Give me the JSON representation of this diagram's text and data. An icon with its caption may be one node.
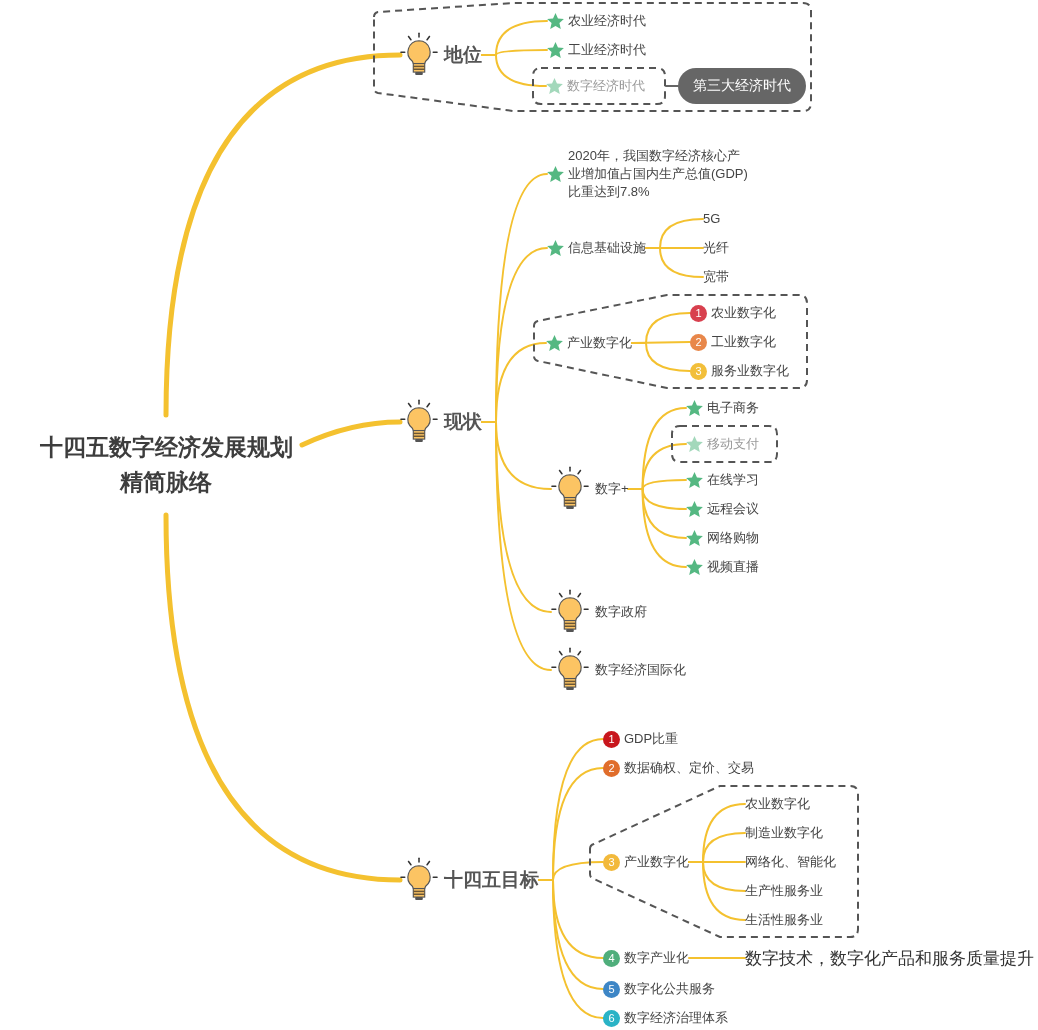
{
  "diagram": {
    "nodes": [
      {
        "text": [
          "十四五数字经济发展规划精简脉络"
        ]
      },
      {
        "text": [],
        "shape": "box"
      },
      {
        "text": [
          "地位"
        ],
        "in": 1
      },
      {
        "text": [
          "农业经济时代"
        ],
        "in": 1
      },
      {
        "text": [
          "工业经济时代"
        ],
        "in": 1
      },
      {
        "text": [],
        "shape": "box",
        "in": 1
      },
      {
        "text": [
          "数字经济时代"
        ],
        "in": 5
      },
      {
        "text": [
          "第三大经济时代"
        ],
        "in": 1
      },
      {
        "text": [
          "现状"
        ]
      },
      {
        "text": [
          "2020年，我国数字经济核心产业增加值占国内生产总值(GDP)比重达到7.8%"
        ]
      },
      {
        "text": [
          "信息基础设施"
        ]
      },
      {
        "text": [
          "5G"
        ]
      },
      {
        "text": [
          "光纤"
        ]
      },
      {
        "text": [
          "宽带"
        ]
      },
      {
        "text": [],
        "shape": "box"
      },
      {
        "text": [
          "产业数字化"
        ],
        "in": 14
      },
      {
        "text": [
          "1",
          "农业数字化"
        ],
        "in": 14
      },
      {
        "text": [
          "2",
          "工业数字化"
        ],
        "in": 14
      },
      {
        "text": [
          "3",
          "服务业数字化"
        ],
        "in": 14
      },
      {
        "text": [
          "数字+"
        ]
      },
      {
        "text": [
          "电子商务"
        ]
      },
      {
        "text": [],
        "shape": "box"
      },
      {
        "text": [
          "移动支付"
        ],
        "in": 21
      },
      {
        "text": [
          "在线学习"
        ]
      },
      {
        "text": [
          "远程会议"
        ]
      },
      {
        "text": [
          "网络购物"
        ]
      },
      {
        "text": [
          "视频直播"
        ]
      },
      {
        "text": [
          "数字政府"
        ]
      },
      {
        "text": [
          "数字经济国际化"
        ]
      },
      {
        "text": [
          "十四五目标"
        ]
      },
      {
        "text": [
          "1",
          "GDP比重"
        ]
      },
      {
        "text": [
          "2",
          "数据确权、定价、交易"
        ]
      },
      {
        "text": [],
        "shape": "box"
      },
      {
        "text": [
          "3",
          "产业数字化"
        ],
        "in": 32
      },
      {
        "text": [
          "农业数字化"
        ],
        "in": 32
      },
      {
        "text": [
          "制造业数字化"
        ],
        "in": 32
      },
      {
        "text": [
          "网络化、智能化"
        ],
        "in": 32
      },
      {
        "text": [
          "生产性服务业"
        ],
        "in": 32
      },
      {
        "text": [
          "生活性服务业"
        ],
        "in": 32
      },
      {
        "text": [
          "4",
          "数字产业化"
        ]
      },
      {
        "text": [
          "数字技术，数字化产品和服务质量提升"
        ]
      },
      {
        "text": [
          "5",
          "数字化公共服务"
        ]
      },
      {
        "text": [
          "6",
          "数字经济治理体系"
        ]
      }
    ],
    "edges": [
      {
        "from": 0,
        "to": 2,
        "arrow": "none",
        "style": "thick"
      },
      {
        "from": 0,
        "to": 8,
        "arrow": "none",
        "style": "thick"
      },
      {
        "from": 0,
        "to": 29,
        "arrow": "none",
        "style": "thick"
      },
      {
        "from": 2,
        "to": 3,
        "arrow": "none"
      },
      {
        "from": 2,
        "to": 4,
        "arrow": "none"
      },
      {
        "from": 2,
        "to": 6,
        "arrow": "none"
      },
      {
        "from": 5,
        "to": 7,
        "arrow": "none",
        "color": "#666666"
      },
      {
        "from": 8,
        "to": 9,
        "arrow": "none"
      },
      {
        "from": 8,
        "to": 10,
        "arrow": "none"
      },
      {
        "from": 8,
        "to": 15,
        "arrow": "none"
      },
      {
        "from": 8,
        "to": 19,
        "arrow": "none"
      },
      {
        "from": 8,
        "to": 27,
        "arrow": "none"
      },
      {
        "from": 8,
        "to": 28,
        "arrow": "none"
      },
      {
        "from": 10,
        "to": 11,
        "arrow": "none"
      },
      {
        "from": 10,
        "to": 12,
        "arrow": "none"
      },
      {
        "from": 10,
        "to": 13,
        "arrow": "none"
      },
      {
        "from": 15,
        "to": 16,
        "arrow": "none"
      },
      {
        "from": 15,
        "to": 17,
        "arrow": "none"
      },
      {
        "from": 15,
        "to": 18,
        "arrow": "none"
      },
      {
        "from": 19,
        "to": 20,
        "arrow": "none"
      },
      {
        "from": 19,
        "to": 22,
        "arrow": "none"
      },
      {
        "from": 19,
        "to": 23,
        "arrow": "none"
      },
      {
        "from": 19,
        "to": 24,
        "arrow": "none"
      },
      {
        "from": 19,
        "to": 25,
        "arrow": "none"
      },
      {
        "from": 19,
        "to": 26,
        "arrow": "none"
      },
      {
        "from": 29,
        "to": 30,
        "arrow": "none"
      },
      {
        "from": 29,
        "to": 31,
        "arrow": "none"
      },
      {
        "from": 29,
        "to": 33,
        "arrow": "none"
      },
      {
        "from": 29,
        "to": 39,
        "arrow": "none"
      },
      {
        "from": 29,
        "to": 41,
        "arrow": "none"
      },
      {
        "from": 29,
        "to": 42,
        "arrow": "none"
      },
      {
        "from": 33,
        "to": 34,
        "arrow": "none"
      },
      {
        "from": 33,
        "to": 35,
        "arrow": "none"
      },
      {
        "from": 33,
        "to": 36,
        "arrow": "none"
      },
      {
        "from": 33,
        "to": 37,
        "arrow": "none"
      },
      {
        "from": 33,
        "to": 38,
        "arrow": "none"
      },
      {
        "from": 39,
        "to": 40,
        "arrow": "none"
      }
    ]
  }
}
